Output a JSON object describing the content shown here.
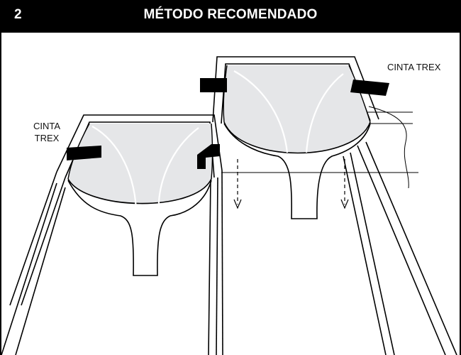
{
  "header": {
    "step_number": "2",
    "title": "MÉTODO RECOMENDADO"
  },
  "labels": {
    "tape_left_line1": "CINTA",
    "tape_left_line2": "TREX",
    "tape_right": "CINTA TREX"
  },
  "colors": {
    "header_bg": "#000000",
    "header_text": "#ffffff",
    "bag_fill": "#e5e6e8",
    "tape": "#000000",
    "line": "#000000"
  }
}
